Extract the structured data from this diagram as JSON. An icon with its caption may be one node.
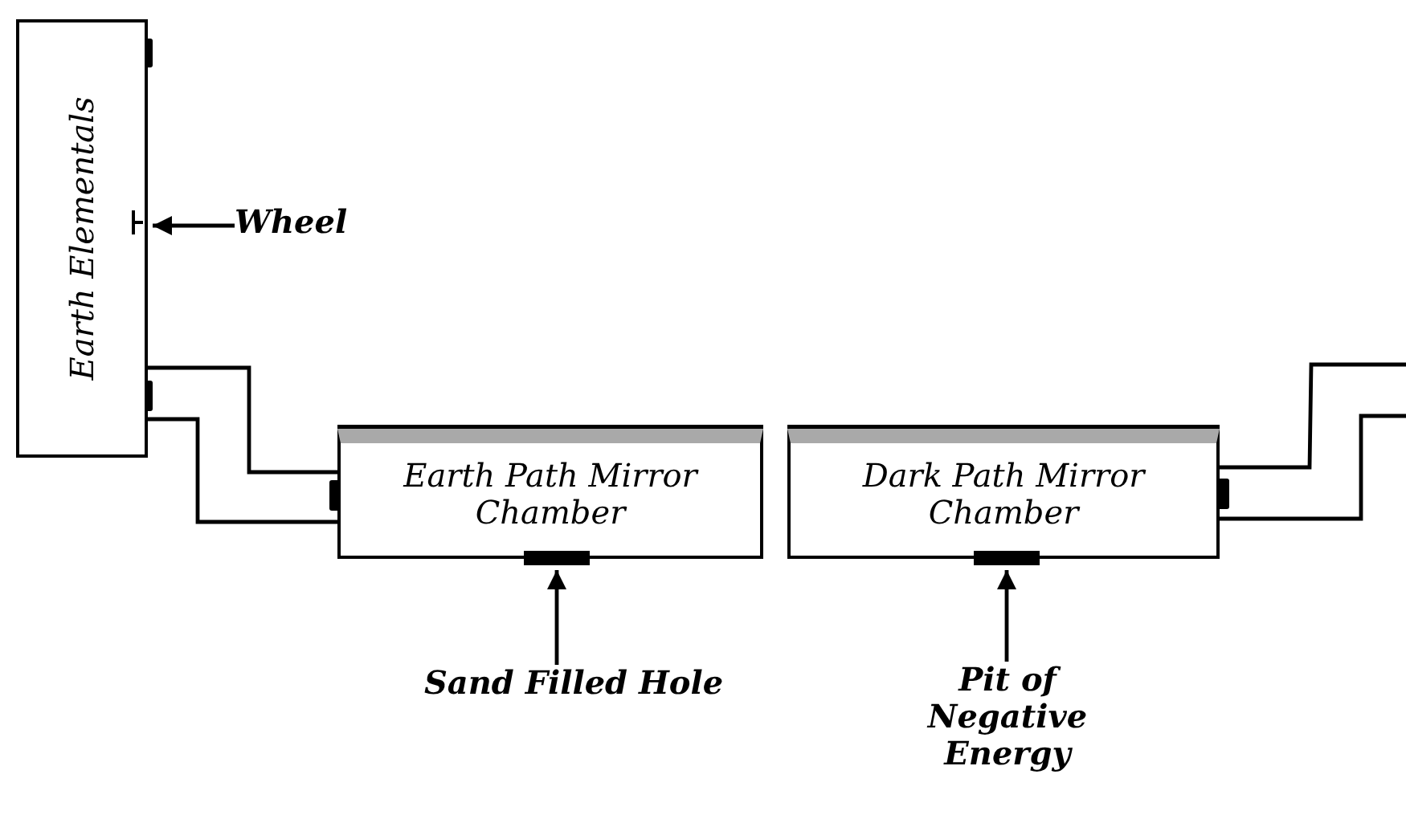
{
  "diagram": {
    "nodes": [
      {
        "text": [
          "Earth Elementals"
        ]
      },
      {
        "text": [
          "Earth Path Mirror Chamber"
        ]
      },
      {
        "text": [
          "Dark Path Mirror Chamber"
        ]
      },
      {
        "text": [
          "Wheel"
        ]
      },
      {
        "text": [],
        "shape": "bar",
        "in": 0
      },
      {
        "text": [
          "Sand Filled Hole"
        ]
      },
      {
        "text": [],
        "shape": "bar"
      },
      {
        "text": [
          "Pit of Negative Energy"
        ]
      },
      {
        "text": [],
        "shape": "bar"
      }
    ],
    "edges": [
      {
        "from": 0,
        "to": 1,
        "arrow": "none"
      },
      {
        "from": 2,
        "to": null,
        "arrow": "none"
      },
      {
        "from": 3,
        "to": 4,
        "arrow": "to"
      },
      {
        "from": 5,
        "to": 6,
        "arrow": "to"
      },
      {
        "from": 7,
        "to": 8,
        "arrow": "to"
      }
    ]
  }
}
